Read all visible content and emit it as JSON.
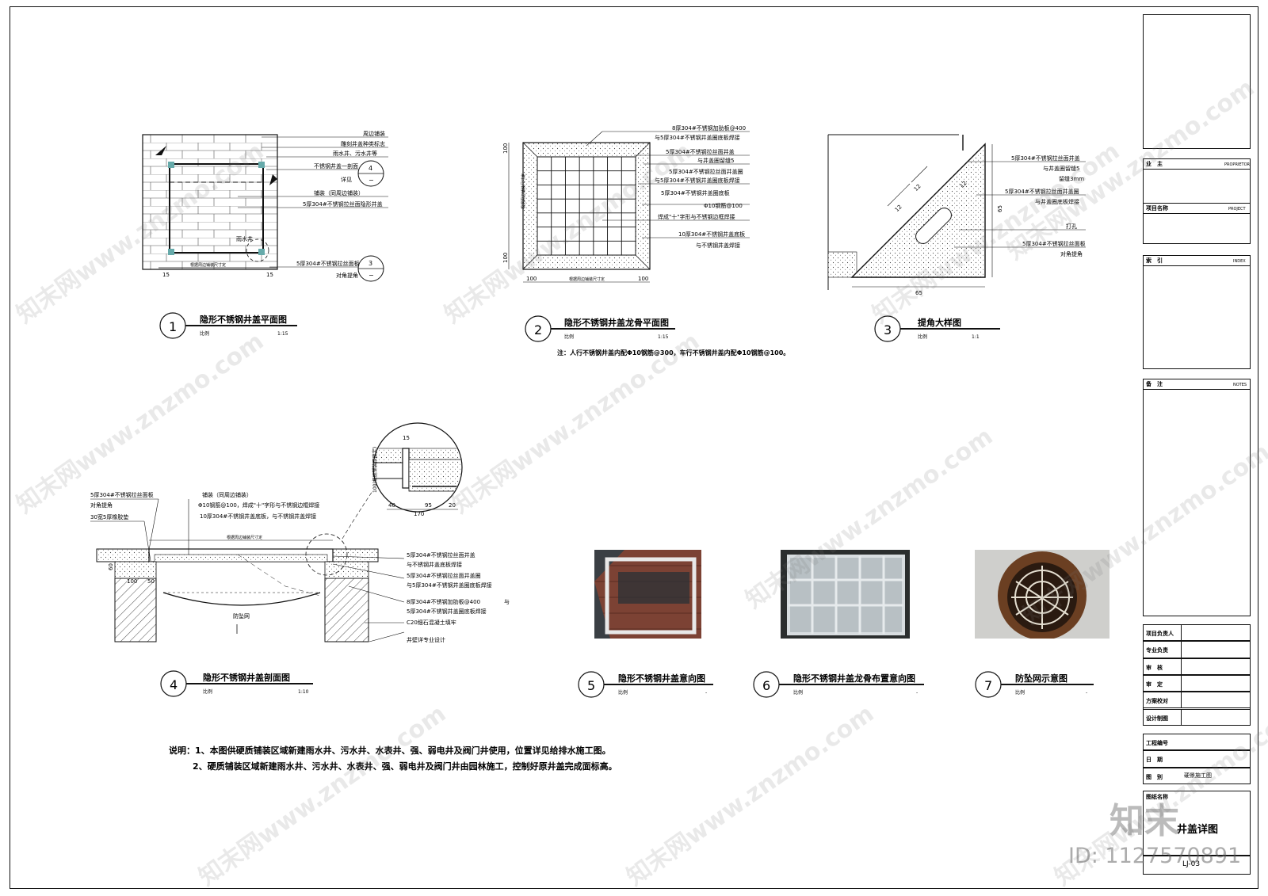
{
  "drawings": {
    "d1": {
      "num": "1",
      "title": "隐形不锈钢井盖平面图",
      "scale_label": "比例",
      "scale": "1:15",
      "callouts": [
        "周边铺装",
        "雕刻井盖种类标志",
        "雨水井、污水井等",
        "不锈钢井盖一剖面",
        "详见",
        "铺装（同周边铺装）",
        "5厚304#不锈钢拉丝面隐形井盖",
        "5厚304#不锈钢拉丝面板",
        "对角提角"
      ],
      "ref_a": "4",
      "ref_b": "3",
      "inner_label": "雨水井",
      "dim_left": "15",
      "dim_right": "15",
      "dim_bottom": "根据周边铺装尺寸定"
    },
    "d2": {
      "num": "2",
      "title": "隐形不锈钢井盖龙骨平面图",
      "scale_label": "比例",
      "scale": "1:15",
      "callouts": [
        "8厚304#不锈钢加肋板@400",
        "与5厚304#不锈钢井盖圈底板焊接",
        "5厚304#不锈钢拉丝面井盖",
        "与井盖圈留缝5",
        "5厚304#不锈钢拉丝面井盖圈",
        "与5厚304#不锈钢井盖圈底板焊接",
        "5厚304#不锈钢井盖圈底板",
        "Φ10钢筋@100",
        "焊成\"十\"字形与不锈钢边框焊接",
        "10厚304#不锈钢井盖底板",
        "与不锈钢井盖焊接"
      ],
      "dim_top": "100",
      "dim_bot": "100",
      "dim_bl": "100",
      "dim_br": "100",
      "dim_mid": "根据周边铺装尺寸定",
      "note": "注：人行不锈钢井盖内配Φ10钢筋@300，车行不锈钢井盖内配Φ10钢筋@100。"
    },
    "d3": {
      "num": "3",
      "title": "提角大样图",
      "scale_label": "比例",
      "scale": "1:1",
      "callouts": [
        "5厚304#不锈钢拉丝面井盖",
        "与井盖圈留缝5",
        "留缝3mm",
        "5厚304#不锈钢拉丝面井盖圈",
        "与井盖圈底板焊接",
        "打孔",
        "5厚304#不锈钢拉丝面板",
        "对角提角"
      ],
      "dim_a": "12",
      "dim_b": "12",
      "dim_c": "12",
      "dim_side": "65",
      "dim_bottom": "65"
    },
    "d4": {
      "num": "4",
      "title": "隐形不锈钢井盖剖面图",
      "scale_label": "比例",
      "scale": "1:10",
      "callouts_left": [
        "5厚304#不锈钢拉丝面板",
        "对角提角",
        "30宽5厚橡胶垫"
      ],
      "callouts_top": [
        "铺装（同周边铺装）",
        "Φ10钢筋@100，焊成\"十\"字形与不锈钢边框焊接",
        "10厚304#不锈钢井盖底板，与不锈钢井盖焊接"
      ],
      "callouts_right": [
        "5厚304#不锈钢拉丝面井盖",
        "与不锈钢井盖底板焊接",
        "5厚304#不锈钢拉丝面井盖圈",
        "与5厚304#不锈钢井盖圈底板焊接",
        "8厚304#不锈钢加肋板@400",
        "与",
        "5厚304#不锈钢井盖圈底板焊接",
        "C20细石混凝土填牢",
        "井壁详专业设计"
      ],
      "net_label": "防坠网",
      "dim_mid": "根据周边铺装尺寸定",
      "dim_a": "60",
      "dim_b": "100",
      "dim_c": "50",
      "detail_dims": [
        "15",
        "40",
        "95",
        "20",
        "170"
      ],
      "detail_side": "100(根据铺装厚度定)"
    },
    "d5": {
      "num": "5",
      "title": "隐形不锈钢井盖意向图",
      "scale_label": "比例",
      "scale": "-"
    },
    "d6": {
      "num": "6",
      "title": "隐形不锈钢井盖龙骨布置意向图",
      "scale_label": "比例",
      "scale": "-"
    },
    "d7": {
      "num": "7",
      "title": "防坠网示意图",
      "scale_label": "比例",
      "scale": "-"
    }
  },
  "notes": [
    "说明：1、本图供硬质铺装区域新建雨水井、污水井、水表井、强、弱电井及阀门井使用，位置详见给排水施工图。",
    "2、硬质铺装区域新建雨水井、污水井、水表井、强、弱电井及阀门井由园林施工，控制好原井盖完成面标高。"
  ],
  "title_block": {
    "owner_label": "业　主",
    "owner_en": "PROPRIETOR",
    "project_label": "项目名称",
    "project_en": "PROJECT",
    "index_label": "索　引",
    "index_en": "INDEX",
    "notes_label": "备　注",
    "notes_en": "NOTES",
    "roles": [
      "项目负责人",
      "专业负责",
      "审　核",
      "审　定",
      "方案校对",
      "设计制图"
    ],
    "meta": [
      "工程编号",
      "日　期",
      "图　别"
    ],
    "drawing_type": "硬景施工图",
    "sheet_name_label": "图纸名称",
    "sheet_name": "井盖详图",
    "sheet_no": "LJ-03"
  },
  "watermark": {
    "text": "知末网www.znzmo.com",
    "brand": "知末",
    "id": "ID: 1127570891"
  }
}
